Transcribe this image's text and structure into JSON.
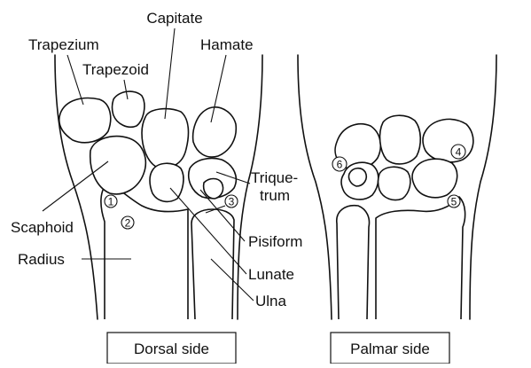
{
  "labels": {
    "capitate": "Capitate",
    "trapezium": "Trapezium",
    "hamate": "Hamate",
    "trapezoid": "Trapezoid",
    "triquetrum_line1": "Trique-",
    "triquetrum_line2": "trum",
    "scaphoid": "Scaphoid",
    "radius": "Radius",
    "pisiform": "Pisiform",
    "lunate": "Lunate",
    "ulna": "Ulna"
  },
  "markers": [
    "1",
    "2",
    "3",
    "4",
    "5",
    "6"
  ],
  "captions": {
    "dorsal": "Dorsal side",
    "palmar": "Palmar side"
  }
}
